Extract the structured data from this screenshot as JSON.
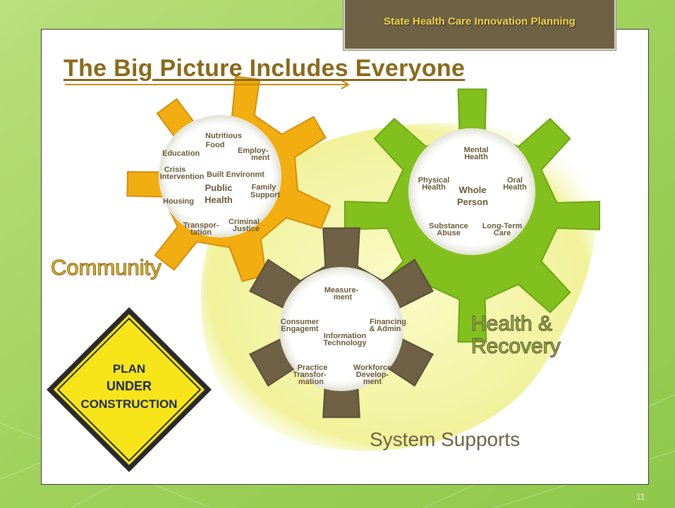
{
  "header": {
    "program_title": "State Health Care Innovation Planning"
  },
  "title": "The Big Picture Includes Everyone",
  "colors": {
    "community_gear": "#f2ad10",
    "health_gear": "#82c01e",
    "system_gear": "#6e6146",
    "label_text": "#6b5a3a",
    "background_green": "#a9d76a"
  },
  "gears": {
    "community": {
      "caption": "Community",
      "items": {
        "nutritious_food_1": "Nutritious",
        "nutritious_food_2": "Food",
        "education": "Education",
        "employment_1": "Employ-",
        "employment_2": "ment",
        "crisis_1": "Crisis",
        "crisis_2": "Intervention",
        "built_env": "Built Environmt",
        "public_health_1": "Public",
        "public_health_2": "Health",
        "family_support_1": "Family",
        "family_support_2": "Support",
        "housing": "Housing",
        "transportation_1": "Transpor-",
        "transportation_2": "tation",
        "criminal_justice_1": "Criminal",
        "criminal_justice_2": "Justice"
      }
    },
    "health": {
      "caption_1": "Health &",
      "caption_2": "Recovery",
      "items": {
        "mental_1": "Mental",
        "mental_2": "Health",
        "physical_1": "Physical",
        "physical_2": "Health",
        "whole_1": "Whole",
        "whole_2": "Person",
        "oral_1": "Oral",
        "oral_2": "Health",
        "substance_1": "Substance",
        "substance_2": "Abuse",
        "ltc_1": "Long-Term",
        "ltc_2": "Care"
      }
    },
    "system": {
      "caption": "System Supports",
      "items": {
        "measurement_1": "Measure-",
        "measurement_2": "ment",
        "consumer_1": "Consumer",
        "consumer_2": "Engagemt",
        "info_1": "Information",
        "info_2": "Technology",
        "financing_1": "Financing",
        "financing_2": "& Admin",
        "practice_1": "Practice",
        "practice_2": "Transfor-",
        "practice_3": "mation",
        "workforce_1": "Workforce",
        "workforce_2": "Develop-",
        "workforce_3": "ment"
      }
    }
  },
  "sign": {
    "line1": "PLAN",
    "line2": "UNDER",
    "line3": "CONSTRUCTION"
  },
  "page_number": "11"
}
